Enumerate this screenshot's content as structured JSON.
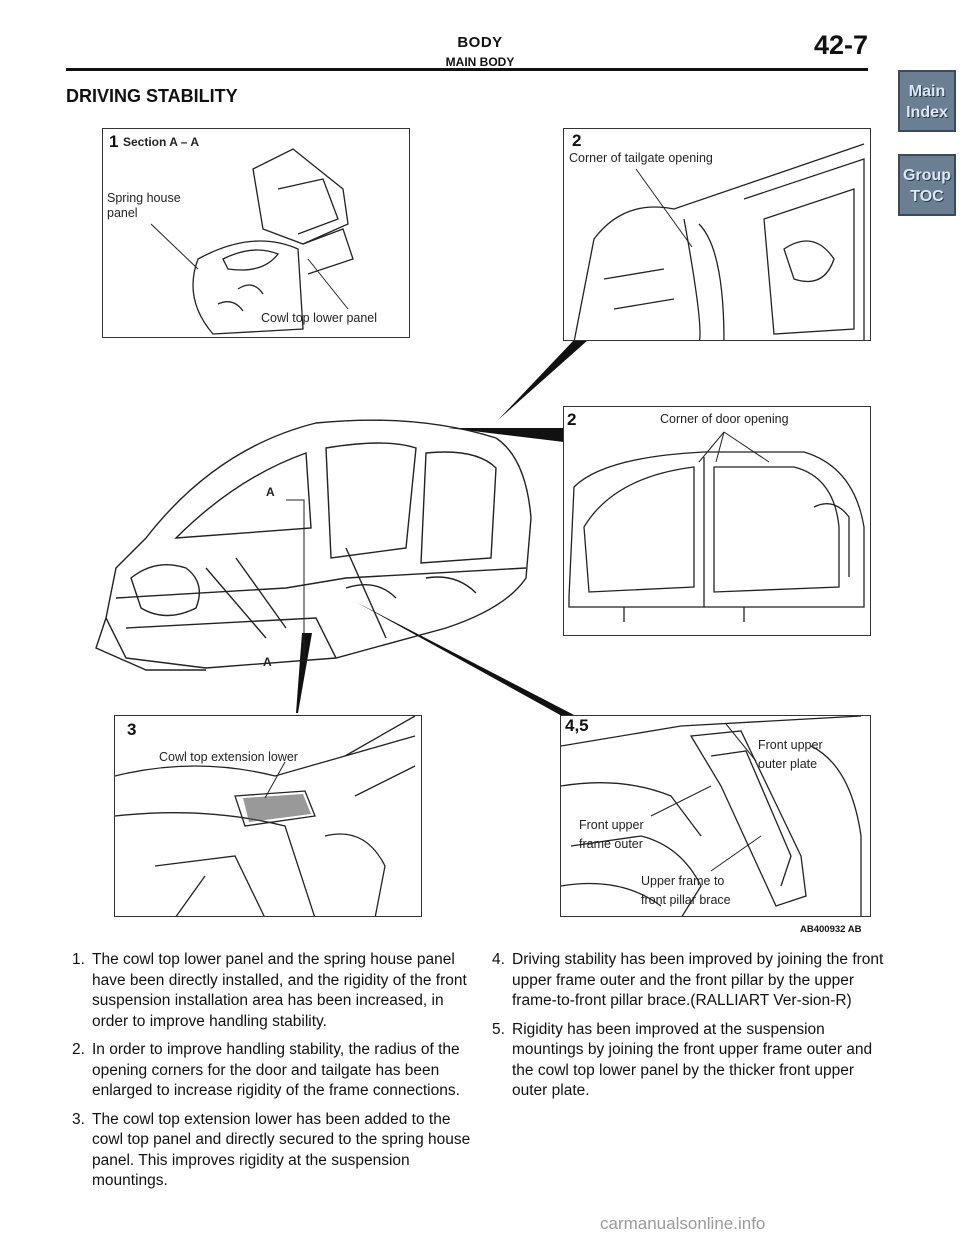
{
  "header": {
    "title": "BODY",
    "subtitle": "MAIN BODY",
    "page": "42-7"
  },
  "section_title": "DRIVING STABILITY",
  "nav": {
    "main_index": [
      "Main",
      "Index"
    ],
    "group_toc": [
      "Group",
      "TOC"
    ],
    "color": "#6b7f93"
  },
  "figure": {
    "code": "AB400932 AB",
    "panel1": {
      "num": "1",
      "title": "Section A – A",
      "label_spring": [
        "Spring house",
        "panel"
      ],
      "label_cowl": "Cowl top lower panel"
    },
    "panel2a": {
      "num": "2",
      "label": "Corner of tailgate opening"
    },
    "panel2b": {
      "num": "2",
      "label": "Corner of door opening"
    },
    "panel3": {
      "num": "3",
      "label": "Cowl top extension lower"
    },
    "panel45": {
      "num": "4,5",
      "label_outer_plate": [
        "Front upper",
        "outer plate"
      ],
      "label_frame_outer": [
        "Front upper",
        "frame outer"
      ],
      "label_brace": [
        "Upper frame to",
        "front pillar brace"
      ]
    },
    "section_marks": [
      "A",
      "A"
    ]
  },
  "items": [
    {
      "num": "1.",
      "text": "The cowl top lower panel and the spring house panel have been directly installed, and the rigidity of the front suspension installation area has been increased, in order to improve handling stability."
    },
    {
      "num": "2.",
      "text": "In order to improve handling stability, the radius of the opening corners for the door and tailgate has been enlarged to increase rigidity of the frame connections."
    },
    {
      "num": "3.",
      "text": "The cowl top extension lower has been added to the cowl top panel and directly secured to the spring house panel. This improves rigidity at the suspension mountings."
    },
    {
      "num": "4.",
      "text": "Driving stability has been improved by joining the front upper frame outer and the front pillar by the upper frame-to-front pillar brace.(RALLIART Ver-sion-R)"
    },
    {
      "num": "5.",
      "text": "Rigidity has been improved at the suspension mountings by joining the front upper frame outer and the cowl top lower panel by the thicker front upper outer plate."
    }
  ],
  "watermark": "carmanualsonline.info"
}
